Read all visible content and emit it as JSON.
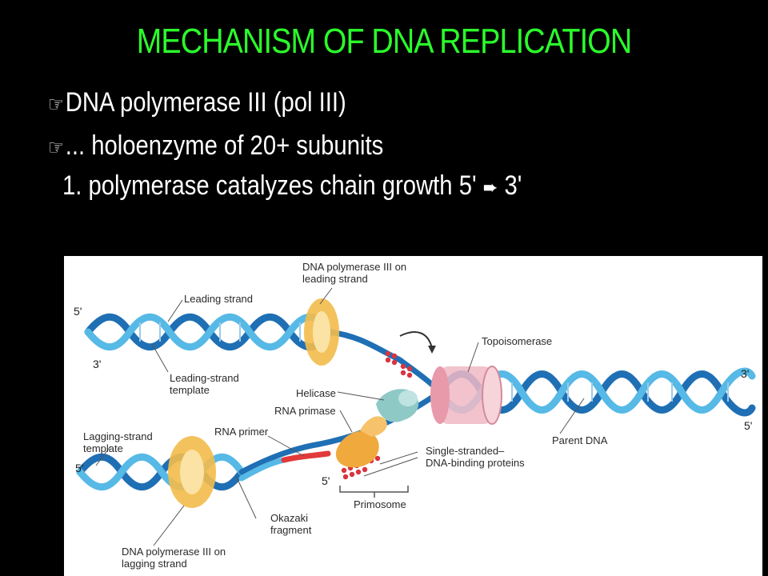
{
  "slide": {
    "title": "MECHANISM OF DNA REPLICATION",
    "bullets": [
      {
        "icon": "pointing-hand-icon",
        "text": "DNA polymerase III (pol III)"
      },
      {
        "icon": "pointing-hand-icon",
        "text": "... holoenzyme of 20+ subunits"
      }
    ],
    "numbered": {
      "prefix": "1.  polymerase catalyzes chain growth 5'",
      "arrow_icon": "right-arrow-icon",
      "suffix": "3'"
    }
  },
  "diagram": {
    "labels": {
      "pol3_leading": "DNA polymerase III on leading strand",
      "leading_strand": "Leading strand",
      "leading_template": "Leading-strand template",
      "topoisomerase": "Topoisomerase",
      "helicase": "Helicase",
      "rna_primase": "RNA primase",
      "rna_primer": "RNA primer",
      "lagging_template": "Lagging-strand template",
      "ssb": "Single-stranded– DNA-binding proteins",
      "parent_dna": "Parent DNA",
      "primosome": "Primosome",
      "okazaki": "Okazaki fragment",
      "pol3_lagging": "DNA polymerase III on lagging strand"
    },
    "ends": {
      "top_left_5": "5'",
      "top_left_3": "3'",
      "right_3": "3'",
      "right_5": "5'",
      "bottom_left_5": "5'",
      "lagging_5": "5'"
    },
    "colors": {
      "strand_dark": "#1f6fb4",
      "strand_light": "#56b9e6",
      "polymerase": "#f3bb4a",
      "topoisomerase": "#f0b9c4",
      "helicase": "#8ec9c6",
      "primase": "#f0a93c",
      "primer": "#e23a3a",
      "ssb": "#d9343f"
    }
  }
}
